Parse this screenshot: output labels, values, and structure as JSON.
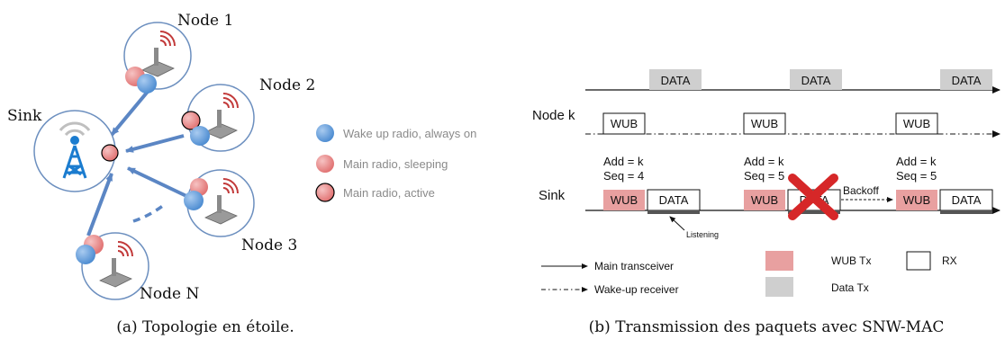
{
  "figure_a": {
    "caption": "(a) Topologie en étoile.",
    "sink_label": "Sink",
    "node_labels": [
      "Node 1",
      "Node 2",
      "Node 3",
      "Node N"
    ],
    "legend": [
      {
        "label": "Wake up radio, always on",
        "color": "#5b9bd5",
        "kind": "wake"
      },
      {
        "label": "Main radio, sleeping",
        "color": "#e88a8a",
        "kind": "sleep"
      },
      {
        "label": "Main radio, active",
        "color": "#e46a6a",
        "kind": "active"
      }
    ],
    "colors": {
      "wake": "#5b9bd5",
      "sleep": "#e88a8a",
      "active": "#e46a6a",
      "arrow": "#5b86c4"
    }
  },
  "figure_b": {
    "caption": "(b) Transmission des paquets avec SNW-MAC",
    "node_k_label": "Node k",
    "sink_label": "Sink",
    "data_label": "DATA",
    "wub_label": "WUB",
    "annotations": [
      {
        "addr": "Add = k",
        "seq": "Seq = 4"
      },
      {
        "addr": "Add = k",
        "seq": "Seq = 5"
      },
      {
        "addr": "Add = k",
        "seq": "Seq = 5"
      }
    ],
    "backoff_label": "Backoff",
    "listening_label": "Listening",
    "legend": {
      "main_transceiver": "Main transceiver",
      "wakeup_receiver": "Wake-up receiver",
      "wub_tx": "WUB Tx",
      "data_tx": "Data Tx",
      "rx": "RX"
    },
    "colors": {
      "wub_tx": "#e8a0a0",
      "data_tx": "#cfcfcf",
      "cross": "#d62728"
    }
  }
}
